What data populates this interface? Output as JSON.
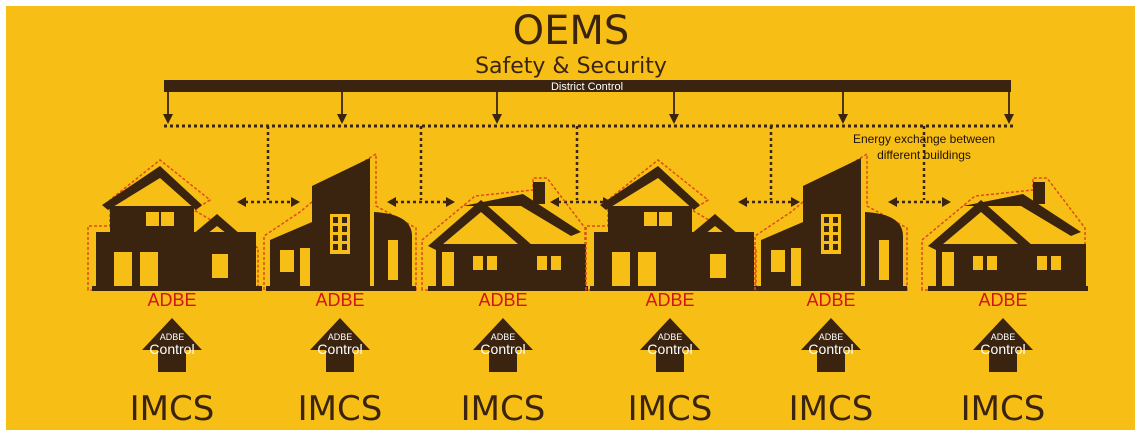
{
  "header": {
    "title": "OEMS",
    "subtitle": "Safety & Security"
  },
  "district_bar": {
    "label": "District Control"
  },
  "exchange_note": {
    "line1": "Energy exchange between",
    "line2": "different buildings"
  },
  "buildings": [
    {
      "type": "house",
      "label": "ADBE",
      "control_top": "ADBE",
      "control_bottom": "Control",
      "source": "IMCS"
    },
    {
      "type": "tower",
      "label": "ADBE",
      "control_top": "ADBE",
      "control_bottom": "Control",
      "source": "IMCS"
    },
    {
      "type": "cottage",
      "label": "ADBE",
      "control_top": "ADBE",
      "control_bottom": "Control",
      "source": "IMCS"
    },
    {
      "type": "house",
      "label": "ADBE",
      "control_top": "ADBE",
      "control_bottom": "Control",
      "source": "IMCS"
    },
    {
      "type": "tower",
      "label": "ADBE",
      "control_top": "ADBE",
      "control_bottom": "Control",
      "source": "IMCS"
    },
    {
      "type": "cottage",
      "label": "ADBE",
      "control_top": "ADBE",
      "control_bottom": "Control",
      "source": "IMCS"
    }
  ],
  "colors": {
    "background": "#f7bf16",
    "ink": "#3a2410",
    "accent": "#d2141b",
    "outline": "#e04a1a"
  }
}
